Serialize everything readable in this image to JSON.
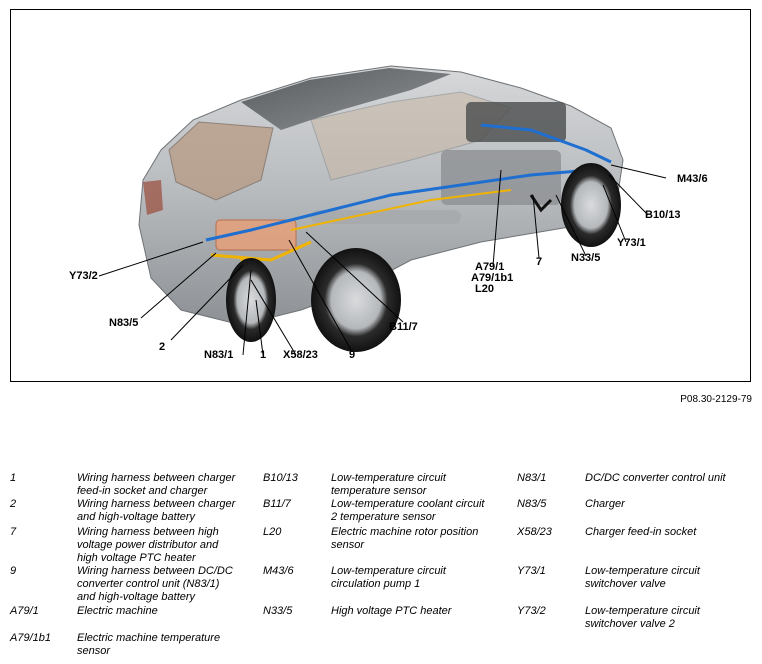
{
  "figure": {
    "id": "P08.30-2129-79",
    "callouts": {
      "M43_6": "M43/6",
      "B10_13": "B10/13",
      "Y73_1": "Y73/1",
      "N33_5": "N33/5",
      "n7": "7",
      "A79_1": "A79/1",
      "A79_1b1": "A79/1b1",
      "L20": "L20",
      "B11_7": "B11/7",
      "n9": "9",
      "X58_23": "X58/23",
      "n1": "1",
      "N83_1": "N83/1",
      "n2": "2",
      "N83_5": "N83/5",
      "Y73_2": "Y73/2"
    }
  },
  "legend": {
    "col1": [
      {
        "code": "1",
        "desc": "Wiring harness between charger\nfeed-in socket and charger"
      },
      {
        "code": "2",
        "desc": "Wiring harness between charger\nand high-voltage battery"
      },
      {
        "code": "7",
        "desc": "Wiring harness between high\nvoltage power distributor and\nhigh voltage PTC heater"
      },
      {
        "code": "9",
        "desc": "Wiring harness between DC/DC\nconverter control unit (N83/1)\nand high-voltage battery"
      },
      {
        "code": "A79/1",
        "desc": "Electric machine"
      },
      {
        "code": "A79/1b1",
        "desc": "Electric machine temperature\nsensor"
      }
    ],
    "col2": [
      {
        "code": "B10/13",
        "desc": "Low-temperature circuit\ntemperature sensor"
      },
      {
        "code": "B11/7",
        "desc": "Low-temperature coolant circuit\n2 temperature sensor"
      },
      {
        "code": "L20",
        "desc": "Electric machine rotor position\nsensor"
      },
      {
        "code": "M43/6",
        "desc": "Low-temperature circuit\ncirculation pump 1"
      },
      {
        "code": "N33/5",
        "desc": "High voltage PTC heater"
      }
    ],
    "col3": [
      {
        "code": "N83/1",
        "desc": "DC/DC converter control unit"
      },
      {
        "code": "N83/5",
        "desc": "Charger"
      },
      {
        "code": "X58/23",
        "desc": "Charger feed-in socket"
      },
      {
        "code": "Y73/1",
        "desc": "Low-temperature circuit\nswitchover valve"
      },
      {
        "code": "Y73/2",
        "desc": "Low-temperature circuit\nswitchover valve 2"
      }
    ]
  }
}
